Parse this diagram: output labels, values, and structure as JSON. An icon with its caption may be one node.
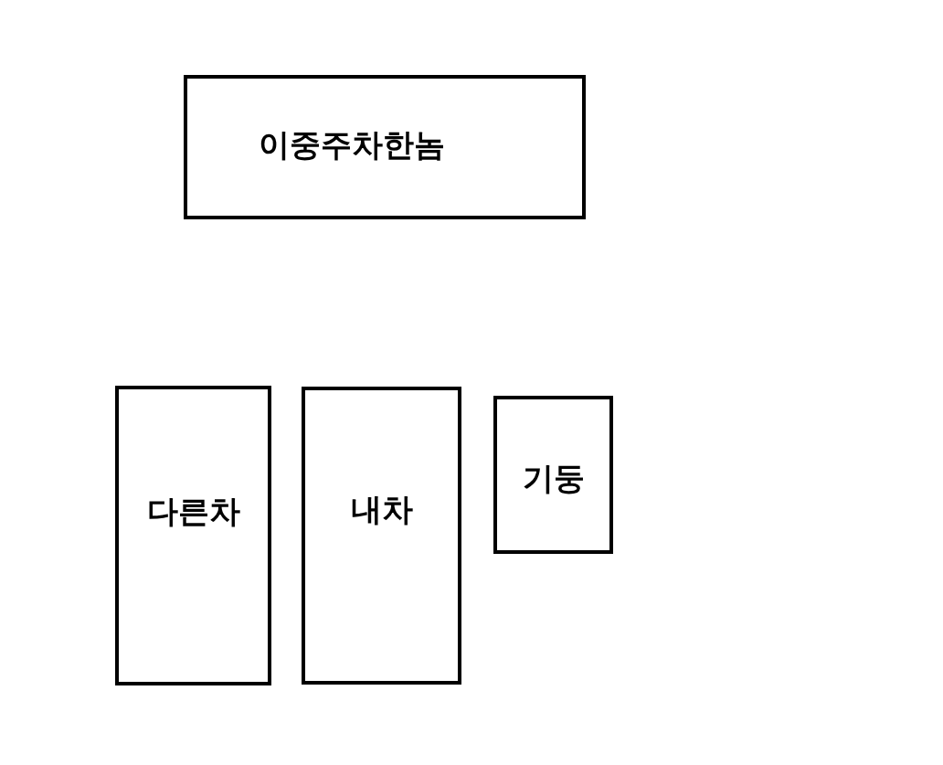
{
  "diagram": {
    "nodes": [
      {
        "text": [
          "이중주차한놈"
        ]
      },
      {
        "text": [
          "다른차"
        ]
      },
      {
        "text": [
          "내차"
        ]
      },
      {
        "text": [
          "기둥"
        ]
      }
    ]
  }
}
